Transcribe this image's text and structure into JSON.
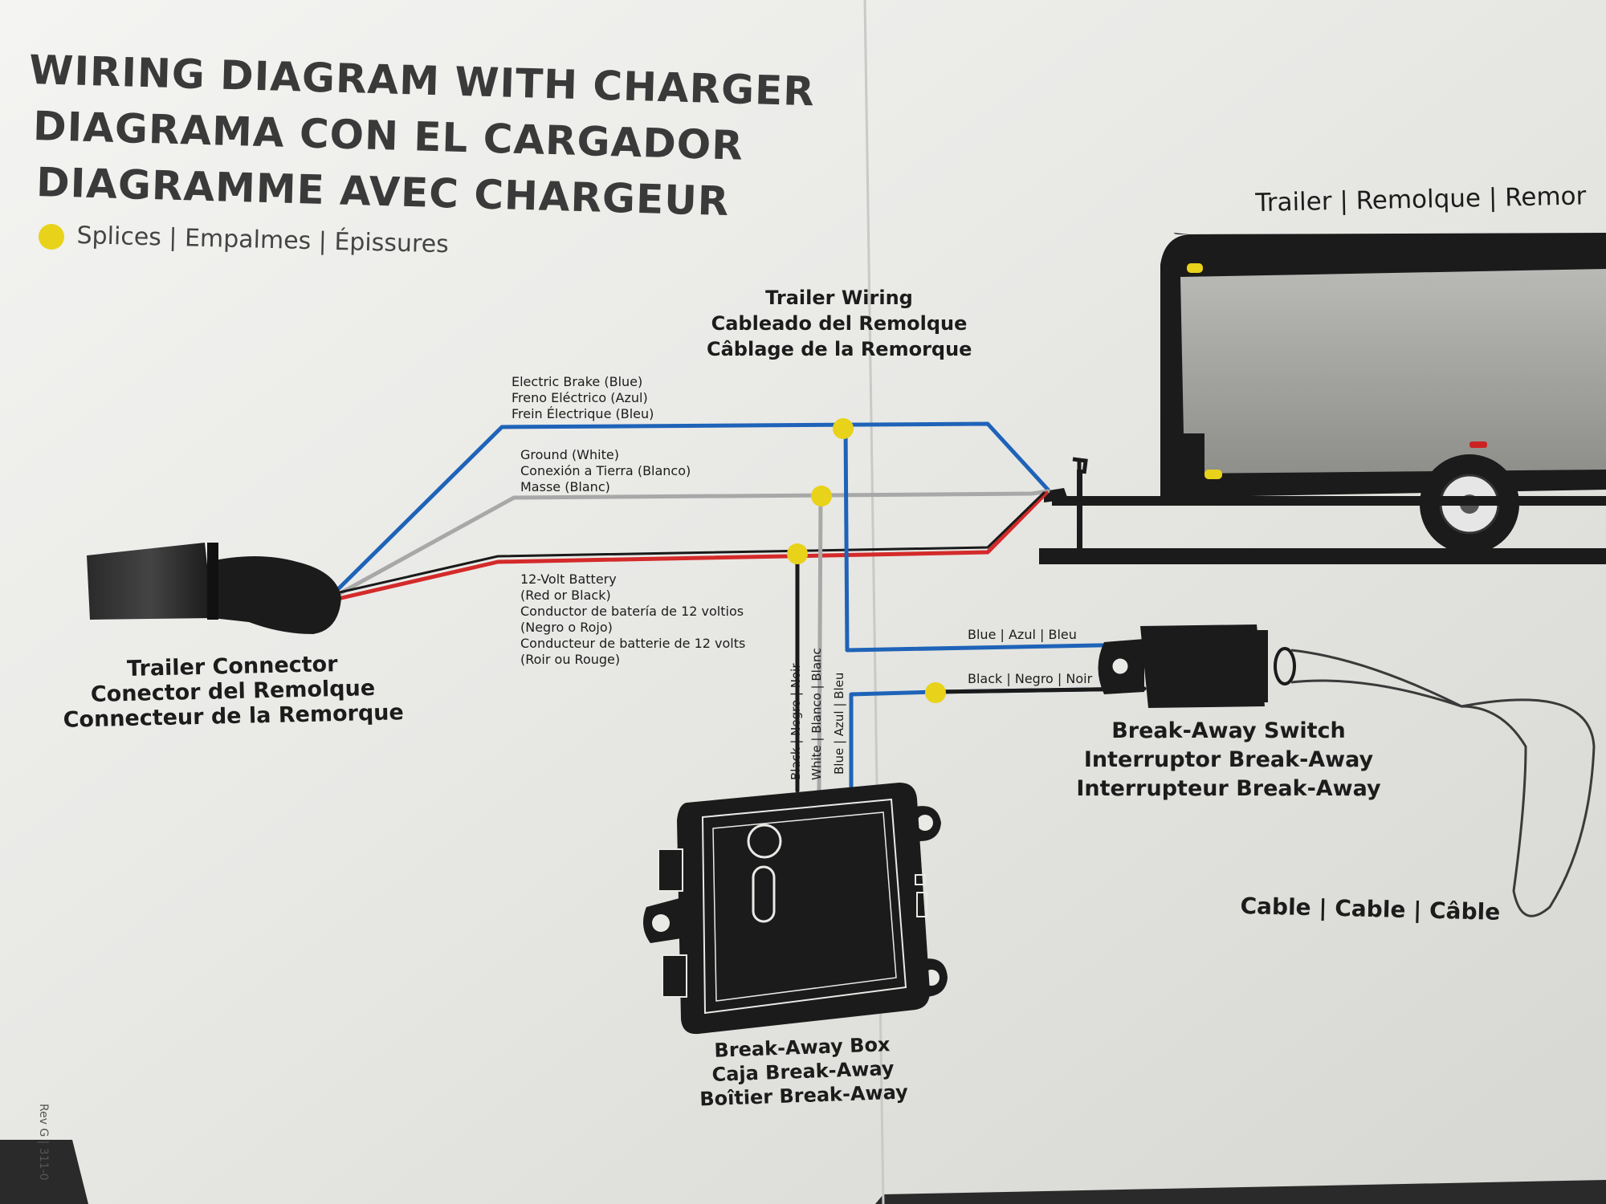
{
  "header": {
    "title_en": "WIRING DIAGRAM WITH CHARGER",
    "title_es": "DIAGRAMA CON EL CARGADOR",
    "title_fr": "DIAGRAMME AVEC CHARGEUR",
    "legend": "Splices | Empalmes | Épissures"
  },
  "trailer": {
    "label": "Trailer | Remolque | Remor"
  },
  "trailer_wiring": {
    "en": "Trailer Wiring",
    "es": "Cableado del Remolque",
    "fr": "Câblage de la Remorque"
  },
  "wires": {
    "brake": [
      "Electric Brake (Blue)",
      "Freno Eléctrico (Azul)",
      "Frein Électrique (Bleu)"
    ],
    "ground": [
      "Ground  (White)",
      "Conexión a Tierra (Blanco)",
      "Masse (Blanc)"
    ],
    "battery": [
      "12-Volt Battery",
      "(Red or Black)",
      "Conductor de batería de 12 voltios",
      "(Negro o Rojo)",
      "Conducteur de batterie de 12 volts",
      "(Roir ou Rouge)"
    ],
    "blue_switch": "Blue | Azul | Bleu",
    "black_switch": "Black | Negro | Noir",
    "vert_black": "Black | Negro | Noir",
    "vert_white": "White | Blanco | Blanc",
    "vert_blue": "Blue | Azul | Bleu"
  },
  "connector": {
    "en": "Trailer Connector",
    "es": "Conector del Remolque",
    "fr": "Connecteur de la Remorque"
  },
  "switch": {
    "en": "Break-Away Switch",
    "es": "Interruptor Break-Away",
    "fr": "Interrupteur Break-Away"
  },
  "box": {
    "en": "Break-Away Box",
    "es": "Caja Break-Away",
    "fr": "Boîtier Break-Away"
  },
  "cable": {
    "label": "Cable | Cable | Câble"
  },
  "footer": {
    "rev": "Rev G  |  311-0"
  },
  "colors": {
    "paper": "#e9e9e6",
    "blue_wire": "#1e63b8",
    "red_wire": "#d42a2a",
    "black_wire": "#1a1a1a",
    "white_wire": "#a8a8a8",
    "splice": "#e8d21a",
    "dark": "#1b1b1b"
  }
}
